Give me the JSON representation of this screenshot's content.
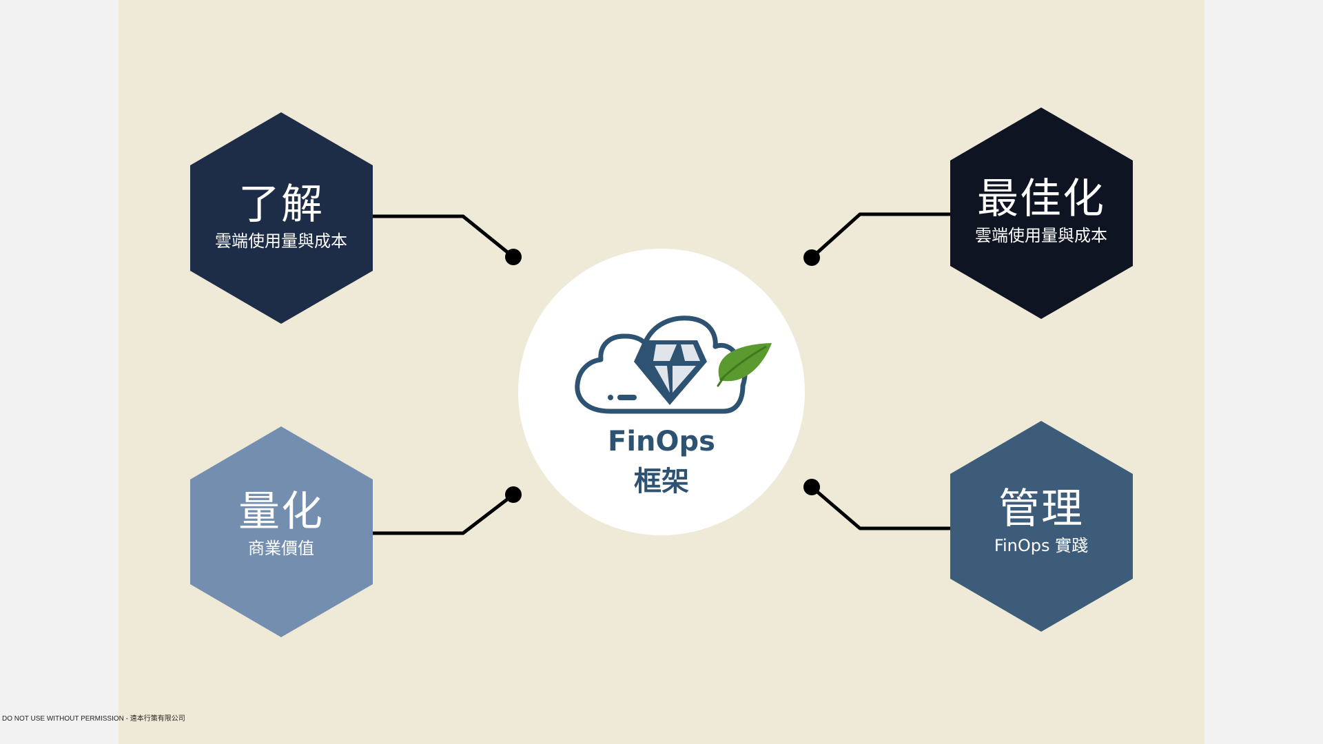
{
  "center": {
    "name": "FinOps",
    "subtitle": "框架",
    "icon": "cloud-diamond-leaf-icon"
  },
  "nodes": [
    {
      "id": "understand",
      "title": "了解",
      "subtitle": "雲端使用量與成本",
      "color": "#1e2d47"
    },
    {
      "id": "optimize",
      "title": "最佳化",
      "subtitle": "雲端使用量與成本",
      "color": "#0f1422"
    },
    {
      "id": "quantify",
      "title": "量化",
      "subtitle": "商業價值",
      "color": "#748eaf"
    },
    {
      "id": "manage",
      "title": "管理",
      "subtitle": "FinOps 實踐",
      "color": "#3d5c7a"
    }
  ],
  "footer": "DO NOT USE WITHOUT PERMISSION - 遠本行策有限公司",
  "colors": {
    "background": "#efead8",
    "margin": "#f2f2f2",
    "center_circle": "#ffffff",
    "brand_blue": "#2d5272",
    "leaf_green": "#5a9a2e",
    "connector": "#000000"
  }
}
